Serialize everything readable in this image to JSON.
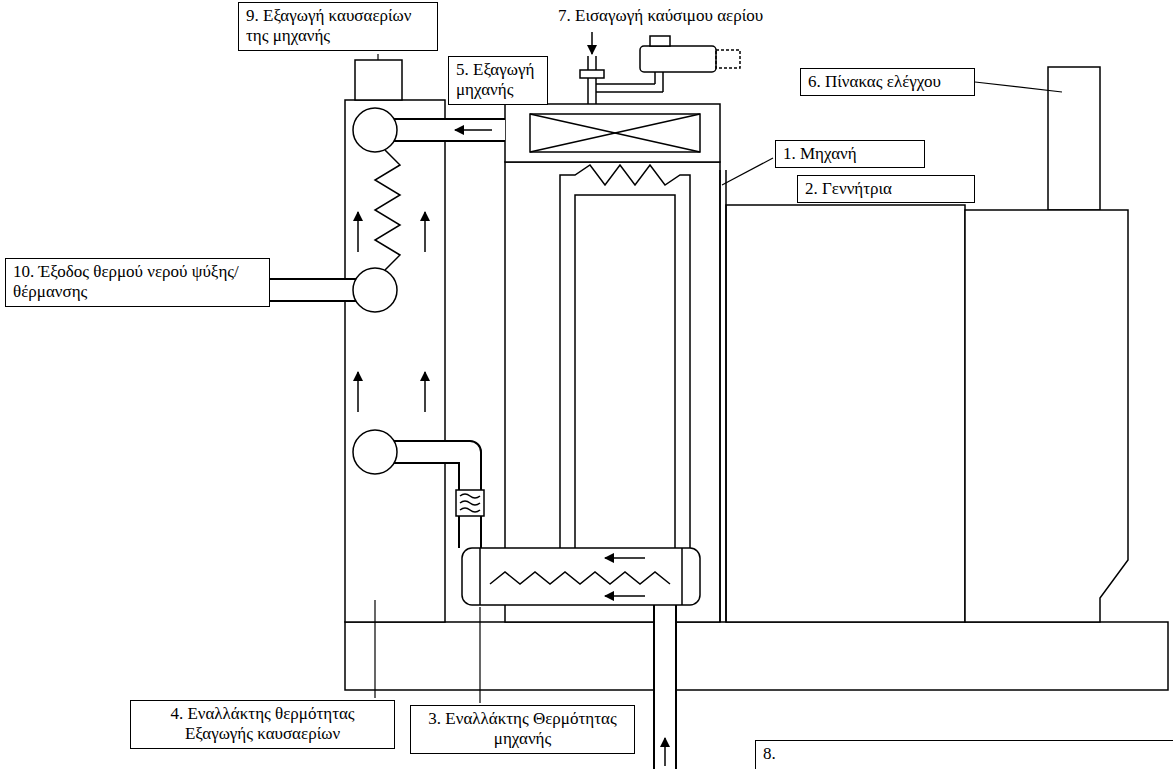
{
  "diagram": {
    "nodes": [
      {
        "text": [
          "9. Εξαγωγή καυσαερίων της μηχανής"
        ]
      },
      {
        "text": [
          "5. Εξαγωγή μηχανής"
        ]
      },
      {
        "text": [
          "6. Πίνακας ελέγχου"
        ]
      },
      {
        "text": [
          "1. Μηχανή"
        ]
      },
      {
        "text": [
          "2. Γεννήτρια"
        ]
      },
      {
        "text": [
          "10. Έξοδος θερμού νερού ψύξης/θέρμανσης"
        ]
      },
      {
        "text": [
          "4. Εναλλάκτης θερμότητας Εξαγωγής καυσαερίων"
        ]
      },
      {
        "text": [
          "3. Εναλλάκτης Θερμότητας μηχανής"
        ]
      },
      {
        "text": [
          "8."
        ]
      }
    ],
    "labels": [
      "7. Εισαγωγή καύσιμου αερίου"
    ]
  }
}
